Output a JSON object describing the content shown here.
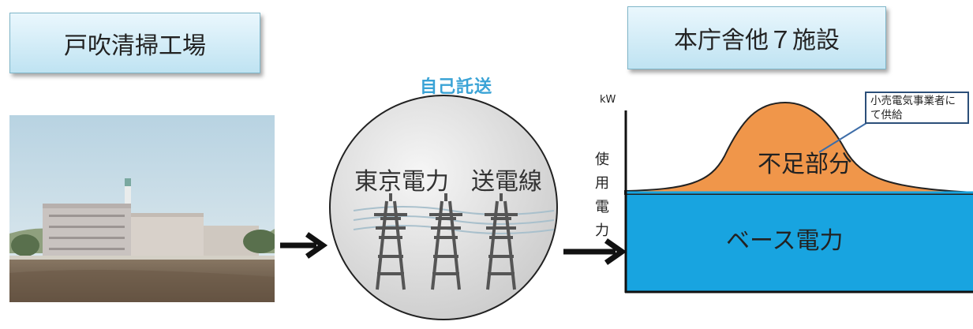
{
  "source": {
    "title": "戸吹清掃工場"
  },
  "destination": {
    "title": "本庁舎他７施設"
  },
  "transfer": {
    "title": "自己託送",
    "network_owner": "東京電力",
    "network_line": "送電線"
  },
  "demand_chart": {
    "y_unit": "kW",
    "y_label": "使用電力",
    "shortage_label": "不足部分",
    "base_label": "ベース電力",
    "callout": "小売電気事業者にて供給"
  },
  "colors": {
    "box_fill": "#bfe3f2",
    "transfer_text": "#3aa3d6",
    "shortage_fill": "#f0964a",
    "base_fill": "#18a4e0",
    "callout_border": "#2c4f79"
  },
  "icons": [
    "building-photo",
    "arrow-right-icon",
    "power-tower-icon"
  ]
}
